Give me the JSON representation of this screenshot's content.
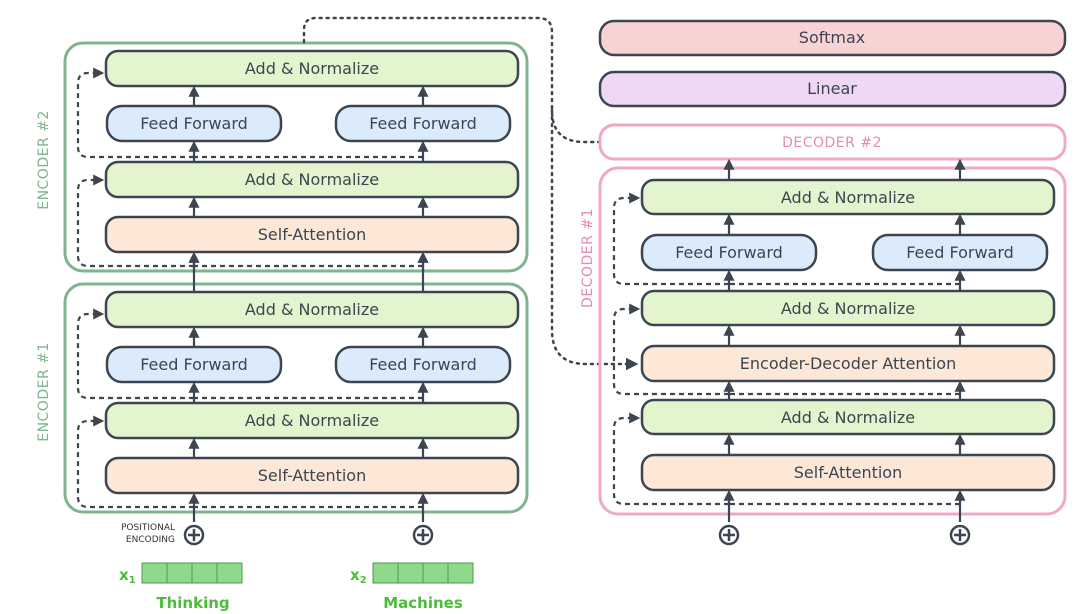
{
  "encoder_2": {
    "label": "ENCODER #2",
    "add_norm_top": "Add & Normalize",
    "ffn_left": "Feed Forward",
    "ffn_right": "Feed Forward",
    "add_norm_bottom": "Add & Normalize",
    "self_attention": "Self-Attention"
  },
  "encoder_1": {
    "label": "ENCODER #1",
    "add_norm_top": "Add & Normalize",
    "ffn_left": "Feed Forward",
    "ffn_right": "Feed Forward",
    "add_norm_bottom": "Add & Normalize",
    "self_attention": "Self-Attention"
  },
  "positional_encoding": {
    "line1": "POSITIONAL",
    "line2": "ENCODING"
  },
  "inputs": [
    {
      "symbol": "x",
      "subscript": "1",
      "word": "Thinking"
    },
    {
      "symbol": "x",
      "subscript": "2",
      "word": "Machines"
    }
  ],
  "output": {
    "softmax": "Softmax",
    "linear": "Linear",
    "decoder_2": "DECODER #2"
  },
  "decoder_1": {
    "label": "DECODER #1",
    "add_norm_top": "Add & Normalize",
    "ffn_left": "Feed Forward",
    "ffn_right": "Feed Forward",
    "add_norm_mid": "Add & Normalize",
    "enc_dec_attention": "Encoder-Decoder Attention",
    "add_norm_bottom": "Add & Normalize",
    "self_attention": "Self-Attention"
  },
  "colors": {
    "encoder_border": "#7fb48e",
    "encoder_label": "#7fb48e",
    "decoder_border": "#f0a8c8",
    "decoder_label": "#e58ab3",
    "add_norm_fill": "#e3f5cf",
    "ffn_fill": "#dcebfb",
    "attention_fill": "#fde8d8",
    "softmax_fill": "#f8d3d3",
    "linear_fill": "#eed8f4",
    "input_fill": "#8ed98a",
    "stroke": "#3d4550"
  }
}
